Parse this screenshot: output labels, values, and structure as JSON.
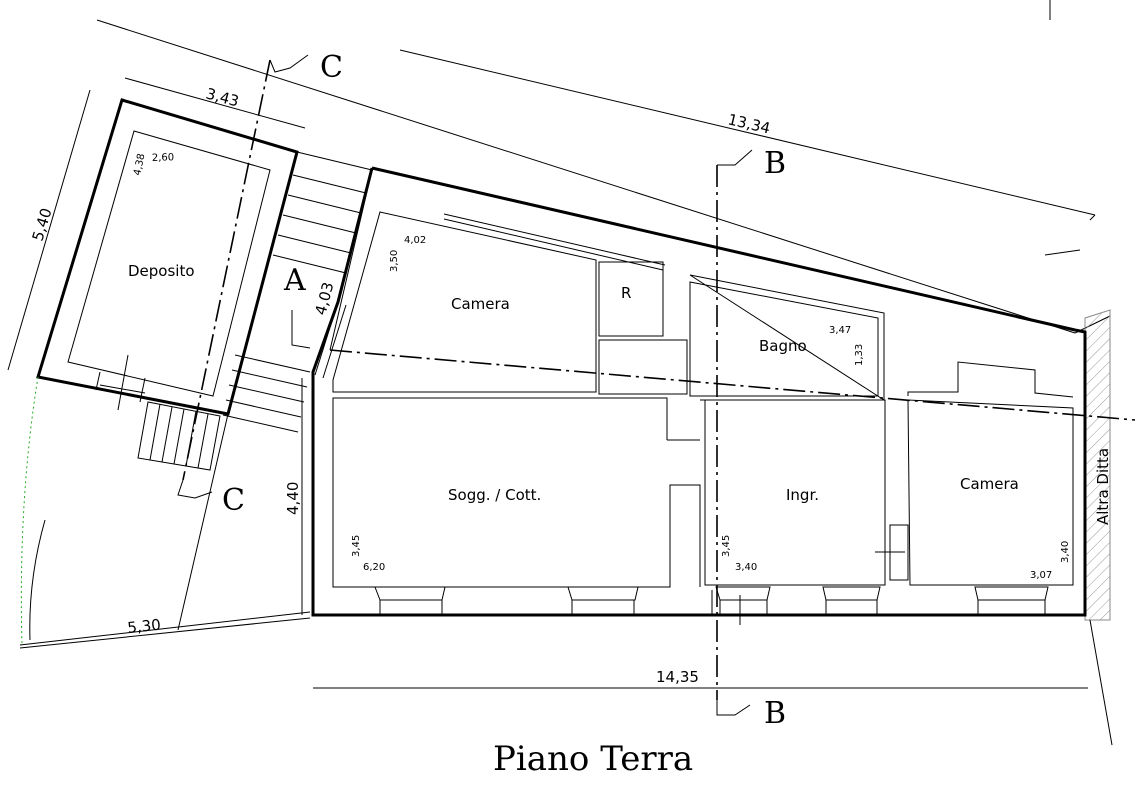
{
  "title": "Piano Terra",
  "rooms": {
    "deposito": {
      "label": "Deposito",
      "dim_a": "4,38",
      "dim_b": "2,60"
    },
    "camera_top": {
      "label": "Camera",
      "dim_a": "3,50",
      "dim_b": "4,02"
    },
    "ripostiglio": {
      "label": "R"
    },
    "bagno": {
      "label": "Bagno",
      "dim_a": "3,47",
      "dim_b": "1,33"
    },
    "soggiorno": {
      "label": "Sogg. / Cott.",
      "dim_a": "3,45",
      "dim_b": "6,20"
    },
    "ingresso": {
      "label": "Ingr.",
      "dim_a": "3,45",
      "dim_b": "3,40"
    },
    "camera_right": {
      "label": "Camera",
      "dim_a": "3,40",
      "dim_b": "3,07"
    }
  },
  "neighbor": "Altra Ditta",
  "dimensions": {
    "top_long": "13,34",
    "deposito_width": "3,43",
    "deposito_depth": "5,40",
    "stair_side": "4,03",
    "left_height": "4,40",
    "bottom_long": "14,35",
    "yard_bottom": "5,30"
  },
  "sections": {
    "a": "A",
    "b_top": "B",
    "b_bottom": "B",
    "c_top": "C",
    "c_bottom": "C"
  }
}
